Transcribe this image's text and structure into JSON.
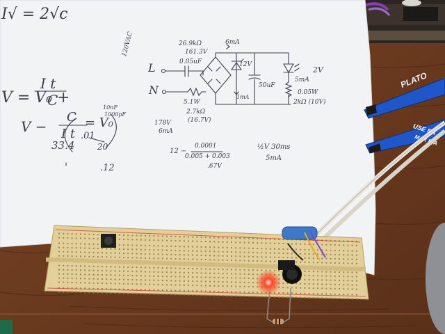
{
  "scene": {
    "colors": {
      "wood": "#6e3e22",
      "paper": "#f4f5f6",
      "pencil": "#3b404c",
      "breadboard": "#e2cf9a",
      "pliers_handle": "#1f57c9",
      "led": "#ff2a10",
      "capacitor": "#3e78c6"
    },
    "objects": [
      "workbench",
      "paper-sheet",
      "breadboard",
      "pliers",
      "ribbon-cable",
      "led",
      "capacitor",
      "piezo-buzzer",
      "resistor",
      "push-button"
    ]
  },
  "sketch": {
    "eq_top": "I√ = 2√c",
    "eq_v1_left": "V = V₀ +",
    "eq_v1_num": "I t",
    "eq_v1_den": "C",
    "eq_v2_left": "V −",
    "eq_v2_num": "C",
    "eq_v2_den": "I t",
    "eq_v2_right": "= V₀",
    "calc_left": "33.4",
    "calc_num": ".01",
    "calc_den": "20",
    "calc_small_a": "10nF",
    "calc_small_b": "1000pF",
    "calc_result": ".12",
    "ac_label": "120VAC",
    "line_label": "L",
    "neutral_label": "N",
    "res_top": "26.9kΩ",
    "volt_top": "161.3V",
    "cap_top": "0.05uF",
    "current_top": "6mA",
    "zener_label": "12V",
    "cap_value": "50uF",
    "current_mid": "1mA",
    "led_label": "2V",
    "led_current": "5mA",
    "res_power": "0.05W",
    "res_value": "2kΩ (10V)",
    "res_bottom_a": "5.1W",
    "res_bottom_b": "2.7kΩ",
    "res_bottom_c": "(16.7V)",
    "note_v": "178V",
    "note_ma": "6mA",
    "frac_num": "0.0001",
    "frac_den": "0.005 + 0.003",
    "frac_lhs": "12 −",
    "frac_res": ".67V",
    "duty_a": "½V 30ms",
    "duty_b": "5mA"
  },
  "pliers": {
    "brand_a": "PLATO",
    "brand_b": "USE SA",
    "brand_c": "MAX DIA"
  }
}
